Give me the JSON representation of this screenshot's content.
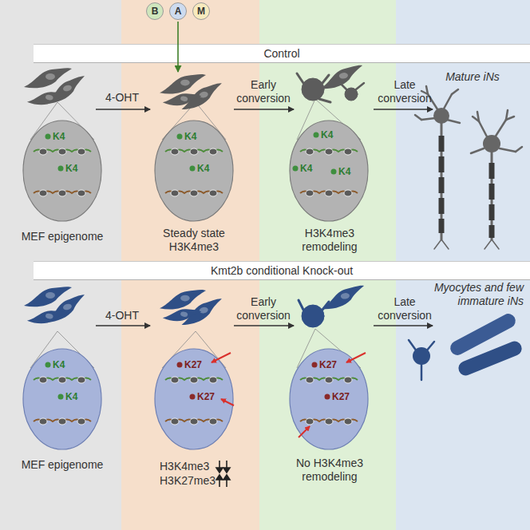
{
  "diagram": {
    "nodes": [
      {
        "text": [
          "B"
        ]
      },
      {
        "text": [
          "A"
        ]
      },
      {
        "text": [
          "M"
        ]
      },
      {
        "text": [
          "Control"
        ]
      },
      {
        "text": [
          "K4",
          "K4"
        ]
      },
      {
        "text": [
          "K4",
          "K4"
        ]
      },
      {
        "text": [
          "K4",
          "K4",
          "K4"
        ]
      },
      {
        "text": [
          "Kmt2b conditional Knock-out"
        ]
      },
      {
        "text": [
          "K4",
          "K4"
        ]
      },
      {
        "text": [
          "K27",
          "K27"
        ]
      },
      {
        "text": [
          "K27",
          "K27"
        ]
      }
    ],
    "labels": [
      "4-OHT",
      "Early conversion",
      "Late conversion",
      "Mature iNs",
      "MEF epigenome",
      "Steady state H3K4me3",
      "H3K4me3 remodeling",
      "4-OHT",
      "Early conversion",
      "Late conversion",
      "Myocytes and few immature iNs",
      "MEF epigenome",
      "H3K4me3",
      "H3K27me3",
      "No H3K4me3 remodeling"
    ]
  }
}
